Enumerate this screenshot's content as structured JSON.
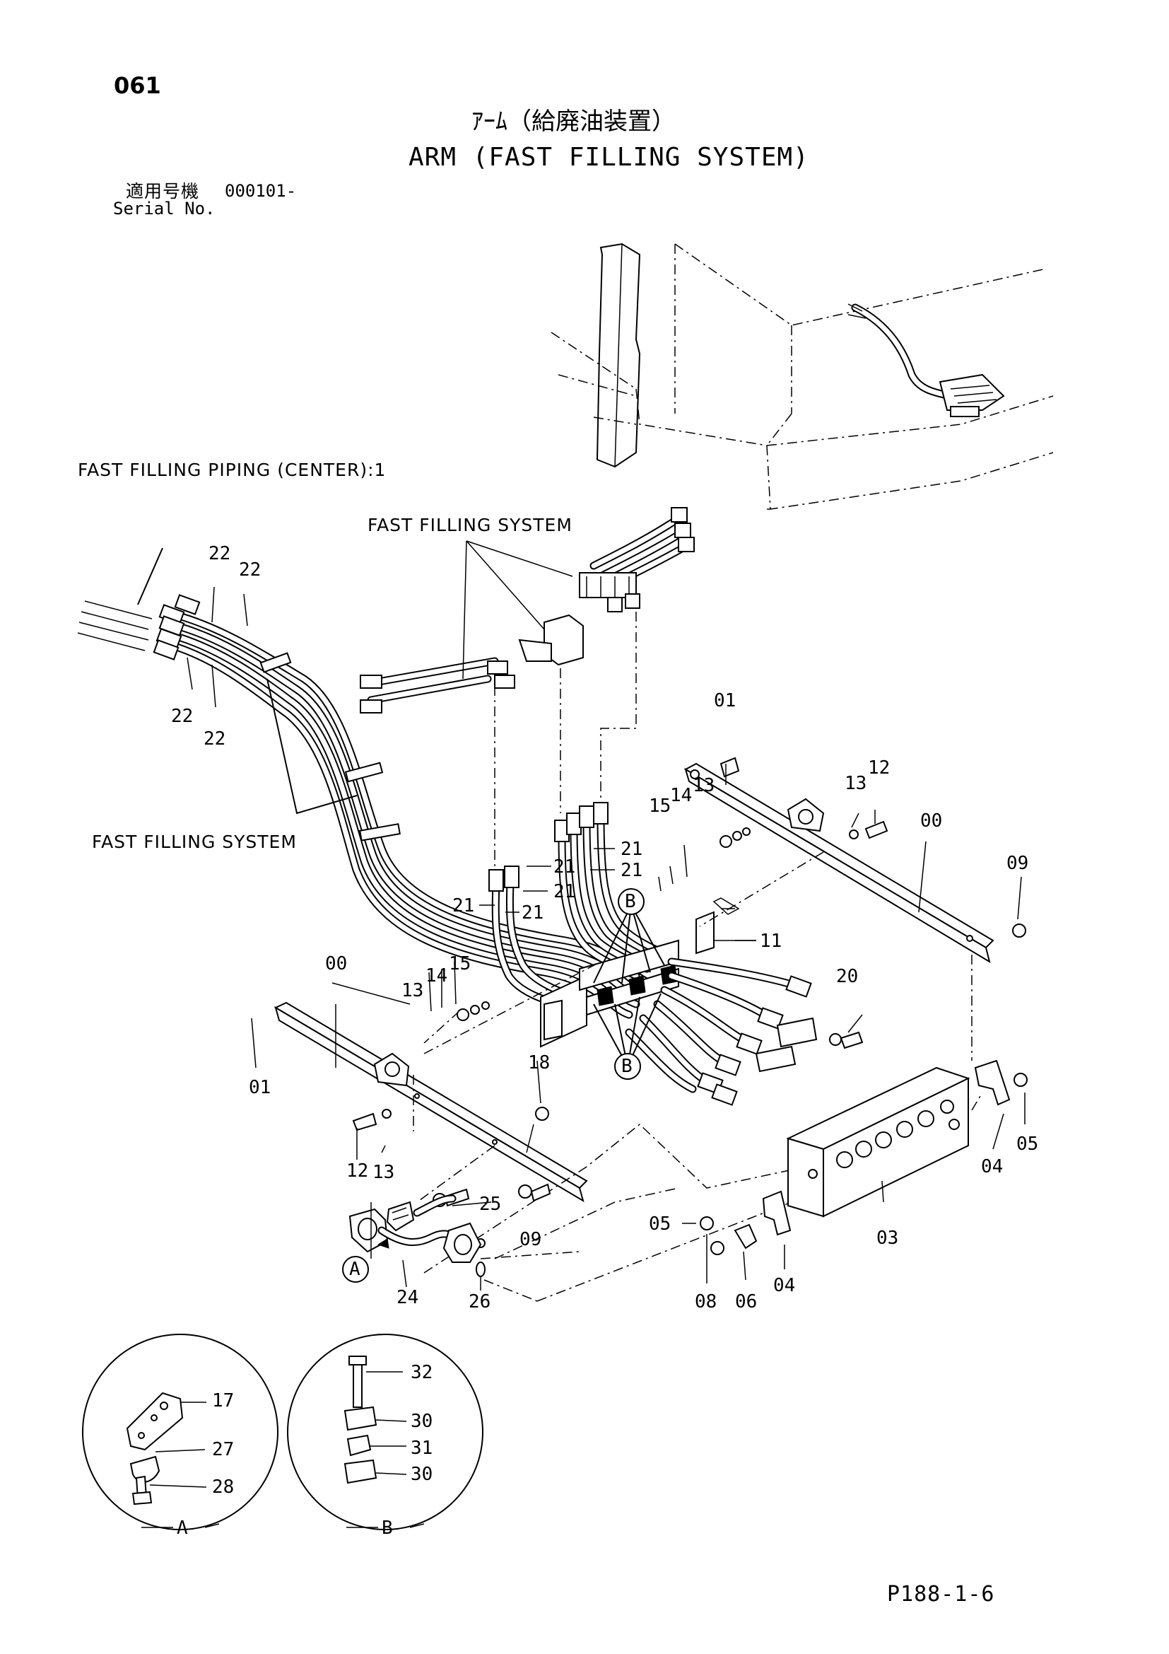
{
  "page_number": "061",
  "title_jp": "ｱｰﾑ（給廃油装置）",
  "title_en": "ARM (FAST FILLING SYSTEM)",
  "serial_label_jp": "適用号機",
  "serial_value": "000101-",
  "serial_label_en": "Serial No.",
  "captions": {
    "piping_center": "FAST FILLING PIPING (CENTER):1",
    "system_top": "FAST FILLING SYSTEM",
    "system_left": "FAST FILLING SYSTEM"
  },
  "detail_labels": {
    "a": "A",
    "b": "B"
  },
  "part_numbers": {
    "n00_right": "00",
    "n00_left": "00",
    "n01_top": "01",
    "n01_left": "01",
    "n03": "03",
    "n04_right": "04",
    "n04_bottom": "04",
    "n05_right": "05",
    "n05_bottom": "05",
    "n06": "06",
    "n08": "08",
    "n09_right": "09",
    "n09_bottom": "09",
    "n11": "11",
    "n12_top": "12",
    "n12_left": "12",
    "n13_top": "13",
    "n13_top2": "13",
    "n13_mid": "13",
    "n13_left": "13",
    "n14_top": "14",
    "n14_mid": "14",
    "n15_top": "15",
    "n15_mid": "15",
    "n17": "17",
    "n18": "18",
    "n20": "20",
    "n21_a": "21",
    "n21_b": "21",
    "n21_c": "21",
    "n21_d": "21",
    "n21_e": "21",
    "n21_f": "21",
    "n22_a": "22",
    "n22_b": "22",
    "n22_c": "22",
    "n22_d": "22",
    "n24": "24",
    "n25": "25",
    "n26": "26",
    "n27": "27",
    "n28": "28",
    "n30_a": "30",
    "n30_b": "30",
    "n31": "31",
    "n32": "32"
  },
  "footer_ref": "P188-1-6"
}
